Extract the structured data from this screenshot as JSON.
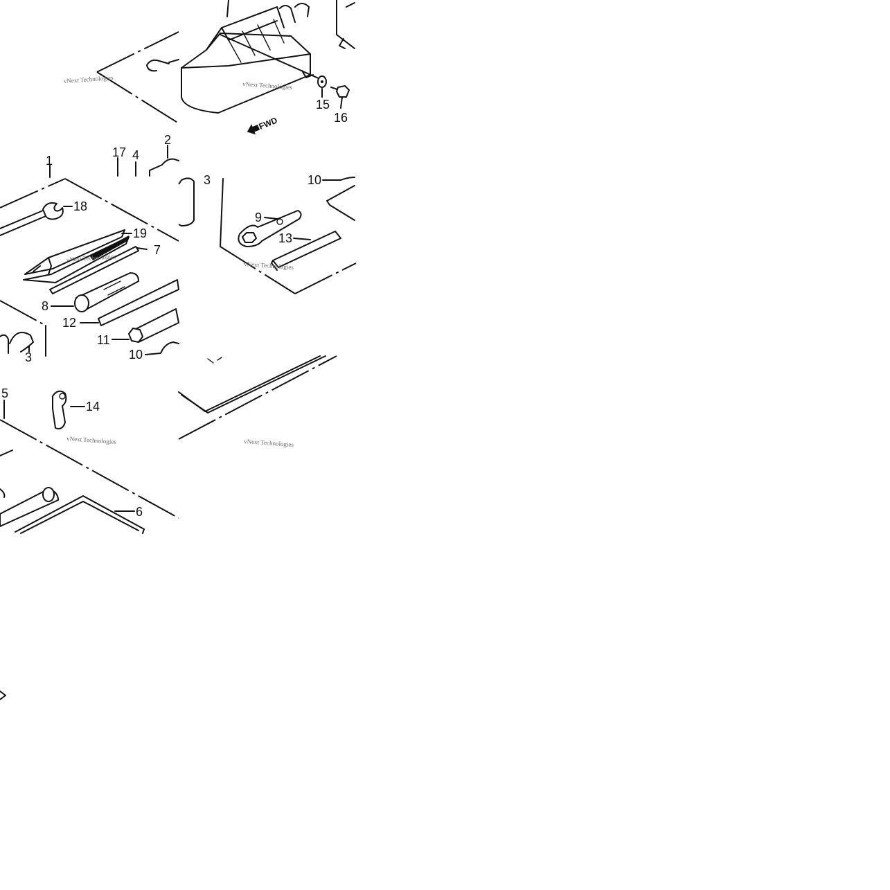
{
  "watermark": "vNext Technologies",
  "direction_label": "FWD",
  "callouts": {
    "c1": "1",
    "c2": "2",
    "c3a": "3",
    "c3b": "3",
    "c4": "4",
    "c5": "5",
    "c6": "6",
    "c7": "7",
    "c8": "8",
    "c9": "9",
    "c10a": "10",
    "c10b": "10",
    "c11": "11",
    "c12": "12",
    "c13": "13",
    "c14": "14",
    "c15": "15",
    "c16": "16",
    "c17": "17",
    "c18": "18",
    "c19": "19"
  },
  "colors": {
    "line": "#111111",
    "watermark": "#666666",
    "background": "#ffffff"
  }
}
